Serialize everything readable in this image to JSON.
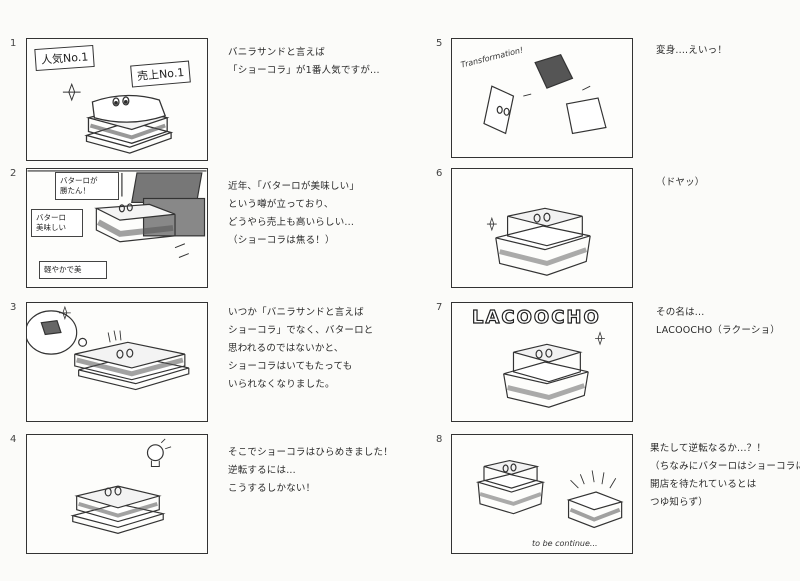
{
  "panels": [
    {
      "num": "1",
      "signs": [
        "人気No.1",
        "売上No.1"
      ],
      "caption": "バニラサンドと言えば\n「ショーコラ」が1番人気ですが..."
    },
    {
      "num": "2",
      "notes": [
        "バターロが\n勝たん！",
        "バターロ\n美味しい",
        "軽やかで美"
      ],
      "caption": "近年、「バターロが美味しい」\nという噂が立っており、\nどうやら売上も高いらしい...\n（ショーコラは焦る！）"
    },
    {
      "num": "3",
      "caption": "いつか「バニラサンドと言えば\nショーコラ」でなく、バターロと\n思われるのではないかと、\nショーコラはいてもたっても\nいられなくなりました。"
    },
    {
      "num": "4",
      "caption": "そこでショーコラはひらめきました！\n逆転するには...\nこうするしかない！"
    },
    {
      "num": "5",
      "panel_text": "Transformation!",
      "caption": "変身....えいっ！"
    },
    {
      "num": "6",
      "caption": "（ドヤッ）"
    },
    {
      "num": "7",
      "brand": "LACOOCHO",
      "caption": "その名は...\nLACOOCHO（ラクーショ）"
    },
    {
      "num": "8",
      "panel_text": "to be continue...",
      "caption": "果たして逆転なるか...？！\n（ちなみにバターロはショーコラに\n開店を待たれているとは\nつゆ知らず）"
    }
  ]
}
